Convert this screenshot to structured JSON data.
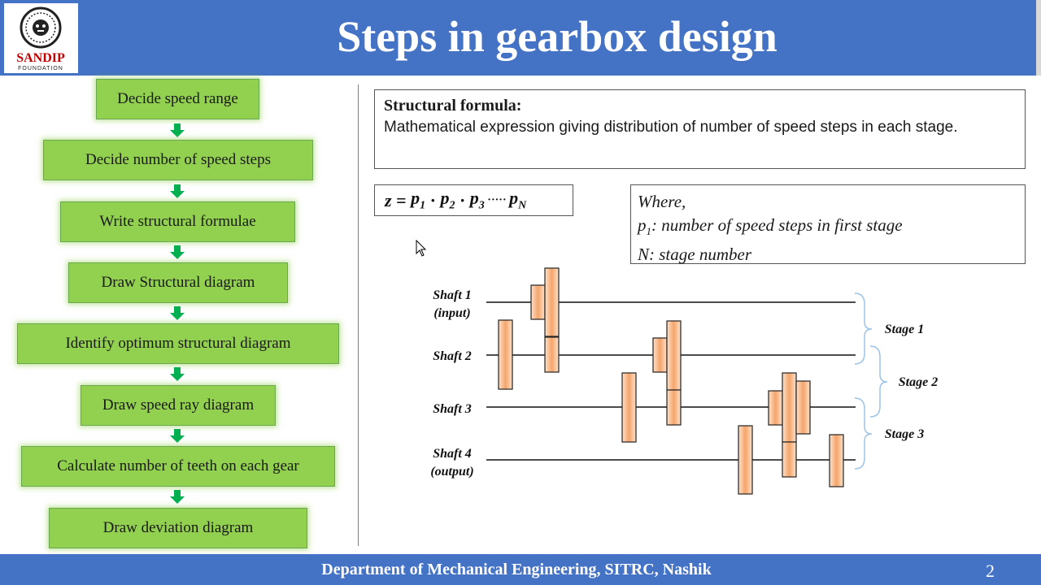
{
  "header": {
    "title": "Steps in gearbox design",
    "logo_text": "SANDIP",
    "logo_subtext": "FOUNDATION"
  },
  "flowchart": {
    "steps": [
      "Decide speed range",
      "Decide number of speed steps",
      "Write structural formulae",
      "Draw Structural diagram",
      "Identify optimum structural diagram",
      "Draw speed ray diagram",
      "Calculate number of teeth on each gear",
      "Draw deviation diagram"
    ],
    "box_color": "#92d050",
    "arrow_color": "#00b050"
  },
  "structural_formula": {
    "title": "Structural formula:",
    "description": "Mathematical expression giving distribution of number of speed steps in each stage."
  },
  "formula": {
    "z": "z",
    "eq": " = ",
    "p": "p",
    "dot": " · ",
    "dots": " ····· ",
    "subs": [
      "1",
      "2",
      "3",
      "N"
    ]
  },
  "where": {
    "line1": "Where,",
    "line2_var": "p",
    "line2_sub": "1",
    "line2_text": ": number of speed steps in first stage",
    "line3": "N: stage number"
  },
  "diagram": {
    "shafts": [
      {
        "name": "Shaft 1",
        "sub": "(input)"
      },
      {
        "name": "Shaft 2",
        "sub": ""
      },
      {
        "name": "Shaft 3",
        "sub": ""
      },
      {
        "name": "Shaft 4",
        "sub": "(output)"
      }
    ],
    "stages": [
      "Stage 1",
      "Stage 2",
      "Stage 3"
    ],
    "gear_color_edge": "#fbd5b5",
    "gear_color_center": "#f4a460"
  },
  "footer": {
    "text": "Department of Mechanical Engineering, SITRC, Nashik",
    "slide_number": "2"
  }
}
